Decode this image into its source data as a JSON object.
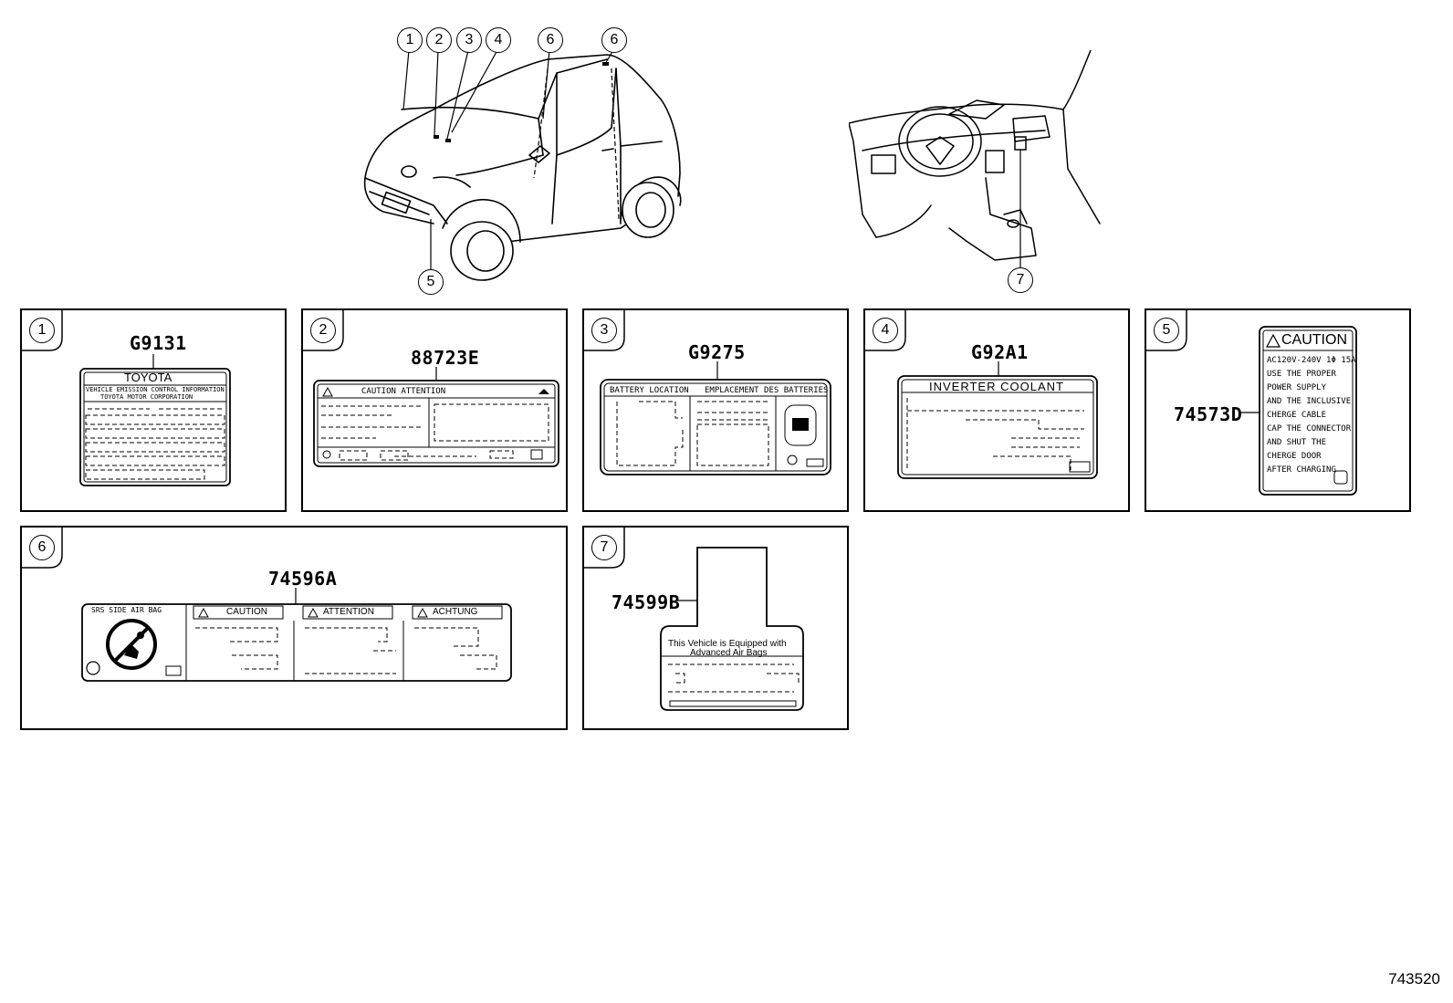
{
  "callouts": [
    "1",
    "2",
    "3",
    "4",
    "5",
    "6",
    "7"
  ],
  "overview": {
    "car_callouts": [
      "1",
      "2",
      "3",
      "4",
      "6",
      "6",
      "5"
    ],
    "dash_callouts": [
      "7"
    ]
  },
  "panels": {
    "p1": {
      "num": "1",
      "part": "G9131",
      "label": {
        "brand": "TOYOTA",
        "line1": "VEHICLE EMISSION CONTROL INFORMATION",
        "line2": "TOYOTA MOTOR CORPORATION"
      }
    },
    "p2": {
      "num": "2",
      "part": "88723E",
      "label": {
        "header": "CAUTION ATTENTION"
      }
    },
    "p3": {
      "num": "3",
      "part": "G9275",
      "label": {
        "left": "BATTERY LOCATION",
        "right": "EMPLACEMENT DES BATTERIES"
      }
    },
    "p4": {
      "num": "4",
      "part": "G92A1",
      "label": {
        "header": "INVERTER COOLANT"
      }
    },
    "p5": {
      "num": "5",
      "part": "74573D",
      "label": {
        "header": "CAUTION",
        "lines": [
          "AC120V-240V 1Φ 15A",
          "USE THE PROPER",
          "POWER SUPPLY",
          "AND THE INCLUSIVE",
          "CHERGE CABLE",
          "CAP THE CONNECTOR",
          "AND SHUT THE",
          "CHERGE DOOR",
          "AFTER CHARGING"
        ]
      }
    },
    "p6": {
      "num": "6",
      "part": "74596A",
      "label": {
        "srs": "SRS SIDE AIR BAG",
        "caution": "CAUTION",
        "attention": "ATTENTION",
        "achtung": "ACHTUNG"
      }
    },
    "p7": {
      "num": "7",
      "part": "74599B",
      "label": {
        "line1": "This Vehicle is Equipped with",
        "line2": "Advanced Air Bags"
      }
    }
  },
  "diagram_id": "743520"
}
